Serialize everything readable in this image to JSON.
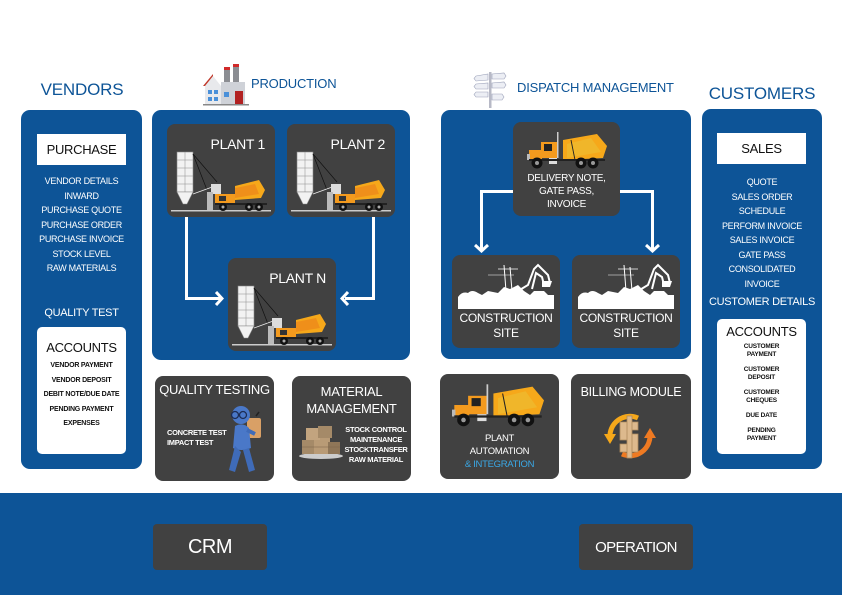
{
  "vendors": {
    "heading": "VENDORS",
    "purchase_box": {
      "title": "PURCHASE"
    },
    "purchase_items": [
      "VENDOR DETAILS",
      "INWARD",
      "PURCHASE QUOTE",
      "PURCHASE ORDER",
      "PURCHASE INVOICE",
      "STOCK LEVEL",
      "RAW MATERIALS"
    ],
    "quality_test_label": "QUALITY TEST",
    "accounts_box": {
      "title": "ACCOUNTS",
      "items": [
        "VENDOR PAYMENT",
        "VENDOR DEPOSIT",
        "DEBIT NOTE/DUE DATE",
        "PENDING PAYMENT",
        "EXPENSES"
      ]
    }
  },
  "production": {
    "heading": "PRODUCTION",
    "icon": "factory-icon",
    "plants": [
      {
        "label": "PLANT 1",
        "icon": "batching-plant-icon"
      },
      {
        "label": "PLANT 2",
        "icon": "batching-plant-icon"
      },
      {
        "label": "PLANT N",
        "icon": "batching-plant-icon"
      }
    ]
  },
  "quality_testing": {
    "title": "QUALITY TESTING",
    "items": [
      "CONCRETE TEST",
      "IMPACT TEST"
    ],
    "icon": "inspector-icon"
  },
  "material_management": {
    "title_line1": "MATERIAL",
    "title_line2": "MANAGEMENT",
    "items": [
      "STOCK CONTROL",
      "MAINTENANCE",
      "STOCKTRANSFER",
      "RAW MATERIAL"
    ],
    "icon": "boxes-icon"
  },
  "dispatch": {
    "heading": "DISPATCH MANAGEMENT",
    "icon": "signpost-icon",
    "delivery_box": {
      "lines": [
        "DELIVERY NOTE,",
        "GATE PASS,",
        "INVOICE"
      ],
      "icon": "mixer-truck-icon"
    },
    "sites": [
      {
        "line1": "CONSTRUCTION",
        "line2": "SITE",
        "icon": "construction-site-icon"
      },
      {
        "line1": "CONSTRUCTION",
        "line2": "SITE",
        "icon": "construction-site-icon"
      }
    ]
  },
  "plant_automation": {
    "line1": "PLANT",
    "line2": "AUTOMATION",
    "line3": "& INTEGRATION",
    "icon": "mixer-truck-icon",
    "accent": "#3aa8e6"
  },
  "billing": {
    "title": "BILLING MODULE",
    "icon": "dollar-cycle-icon"
  },
  "customers": {
    "heading": "CUSTOMERS",
    "sales_box": {
      "title": "SALES"
    },
    "sales_items": [
      "QUOTE",
      "SALES ORDER",
      "SCHEDULE",
      "PERFORM INVOICE",
      "SALES INVOICE",
      "GATE PASS",
      "CONSOLIDATED",
      "INVOICE"
    ],
    "customer_details_label": "CUSTOMER DETAILS",
    "accounts_box": {
      "title": "ACCOUNTS",
      "items": [
        [
          "CUSTOMER",
          "PAYMENT"
        ],
        [
          "CUSTOMER",
          "DEPOSIT"
        ],
        [
          "CUSTOMER",
          "CHEQUES"
        ],
        [
          "DUE DATE"
        ],
        [
          "PENDING",
          "PAYMENT"
        ]
      ]
    }
  },
  "footer": {
    "crm_label": "CRM",
    "operation_label": "OPERATION"
  },
  "colors": {
    "brand_blue": "#0d5497",
    "box_dark": "#414141",
    "truck_orange": "#f39a1e"
  }
}
